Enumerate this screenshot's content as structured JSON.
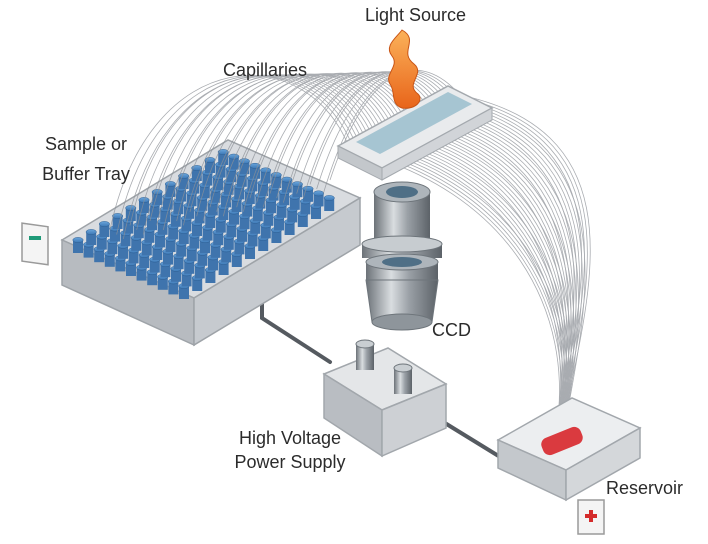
{
  "labels": {
    "light_source": "Light Source",
    "capillaries": "Capillaries",
    "sample_tray_line1": "Sample or",
    "sample_tray_line2": "Buffer Tray",
    "ccd": "CCD",
    "hv_line1": "High Voltage",
    "hv_line2": "Power Supply",
    "reservoir": "Reservoir"
  },
  "signs": {
    "negative": "−",
    "positive": "+"
  },
  "colors": {
    "well_blue": "#4f8fc9",
    "tray_grey": "#c9ccd0",
    "flame_orange": "#f07a22",
    "reservoir_red": "#d8262b",
    "negative_sign": "#1f9a78",
    "positive_sign": "#d42b2b",
    "capillary_grey": "#8d9197"
  },
  "icons": [
    "negative-electrode-icon",
    "positive-electrode-icon",
    "flame-icon",
    "lens-icon"
  ]
}
